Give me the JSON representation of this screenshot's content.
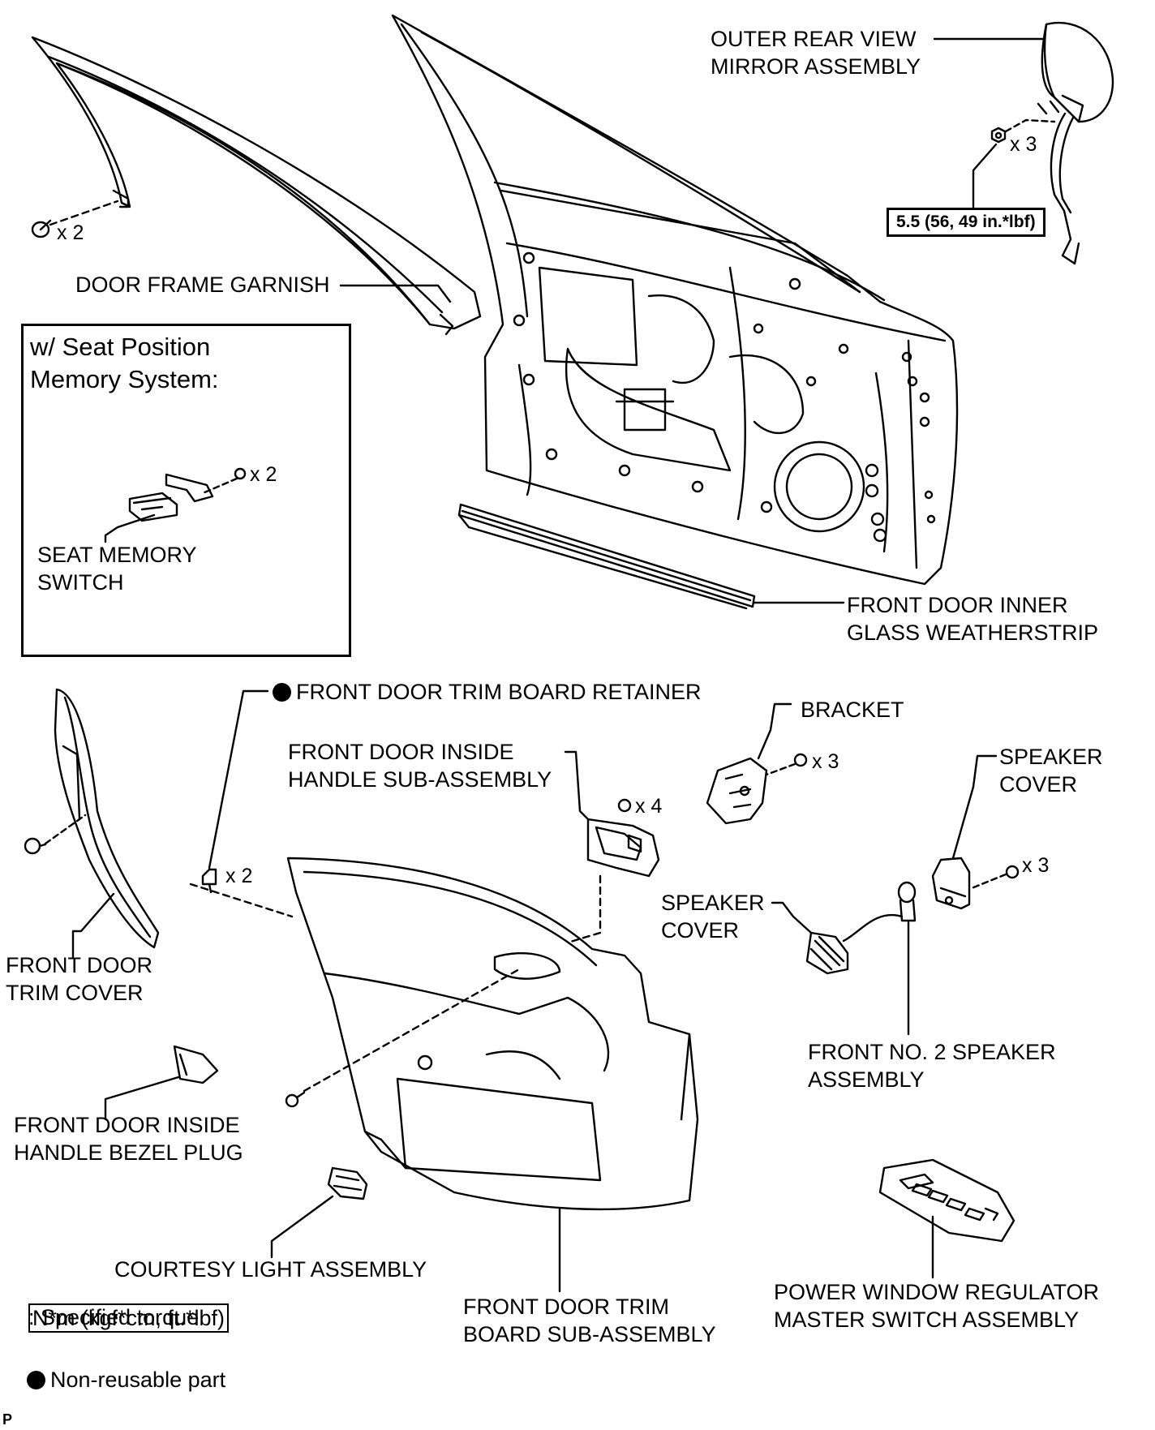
{
  "labels": {
    "outer_mirror": [
      "OUTER REAR VIEW",
      "MIRROR ASSEMBLY"
    ],
    "door_frame_garnish": "DOOR FRAME GARNISH",
    "inner_glass_weatherstrip": [
      "FRONT DOOR INNER",
      "GLASS WEATHERSTRIP"
    ],
    "trim_board_retainer": "FRONT DOOR TRIM BOARD RETAINER",
    "inside_handle_sub": [
      "FRONT DOOR INSIDE",
      "HANDLE SUB-ASSEMBLY"
    ],
    "bracket": "BRACKET",
    "speaker_cover_right": [
      "SPEAKER",
      "COVER"
    ],
    "speaker_cover_left": [
      "SPEAKER",
      "COVER"
    ],
    "trim_cover": [
      "FRONT DOOR",
      "TRIM COVER"
    ],
    "no2_speaker": [
      "FRONT NO. 2 SPEAKER",
      "ASSEMBLY"
    ],
    "bezel_plug": [
      "FRONT DOOR INSIDE",
      "HANDLE BEZEL PLUG"
    ],
    "courtesy_light": "COURTESY LIGHT ASSEMBLY",
    "trim_board_sub": [
      "FRONT DOOR TRIM",
      "BOARD SUB-ASSEMBLY"
    ],
    "power_window_switch": [
      "POWER WINDOW REGULATOR",
      "MASTER SWITCH ASSEMBLY"
    ],
    "seat_memory_switch": [
      "SEAT MEMORY",
      "SWITCH"
    ]
  },
  "inset_title": "w/ Seat Position\nMemory System:",
  "torque": "5.5 (56, 49 in.*lbf)",
  "quantities": {
    "mirror_nut": "x 3",
    "garnish_clip": "x 2",
    "memory_screw": "x 2",
    "retainer": "x 2",
    "handle_screw": "x 4",
    "bracket_screw": "x 3",
    "speaker_screw": "x 3"
  },
  "legend": {
    "torque_unit": "N*m (kgf*cm, ft.*lbf)",
    "torque_text": ": Specified torque",
    "non_reusable": "Non-reusable part"
  },
  "corner_mark": "P"
}
